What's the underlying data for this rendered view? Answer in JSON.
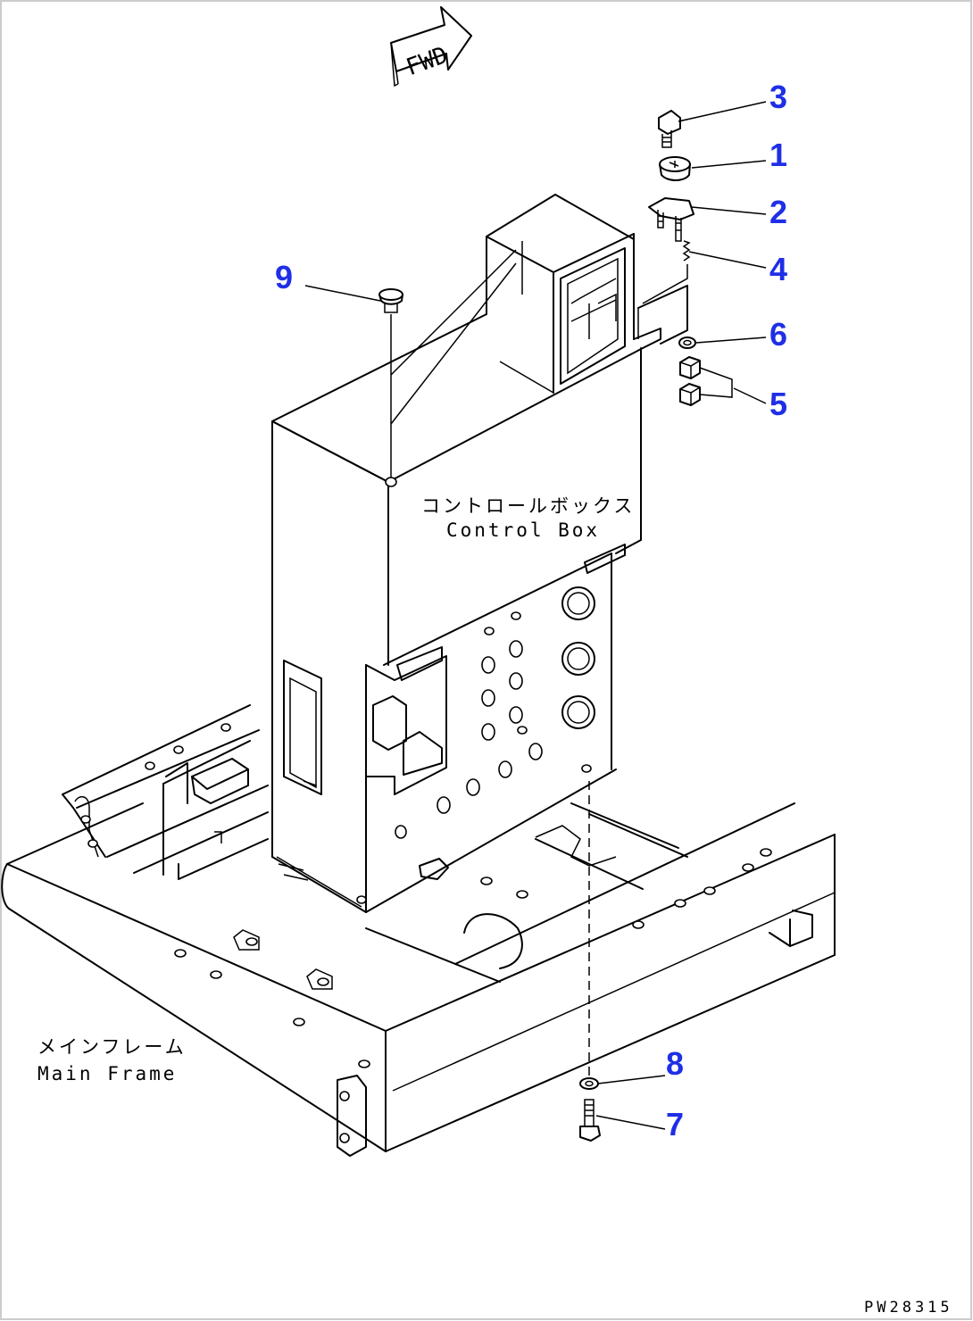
{
  "direction_marker": "FWD",
  "labels": {
    "control_box_jp": "コントロールボックス",
    "control_box_en": "Control Box",
    "main_frame_jp": "メインフレーム",
    "main_frame_en": "Main Frame"
  },
  "callouts": [
    {
      "id": "part-1",
      "number": "1"
    },
    {
      "id": "part-2",
      "number": "2"
    },
    {
      "id": "part-3",
      "number": "3"
    },
    {
      "id": "part-4",
      "number": "4"
    },
    {
      "id": "part-5",
      "number": "5"
    },
    {
      "id": "part-6",
      "number": "6"
    },
    {
      "id": "part-7",
      "number": "7"
    },
    {
      "id": "part-8",
      "number": "8"
    },
    {
      "id": "part-9",
      "number": "9"
    }
  ],
  "drawing_code": "PW28315",
  "colors": {
    "callout": "#1f2fe6",
    "line": "#000000",
    "frame_border": "#cccccc"
  }
}
